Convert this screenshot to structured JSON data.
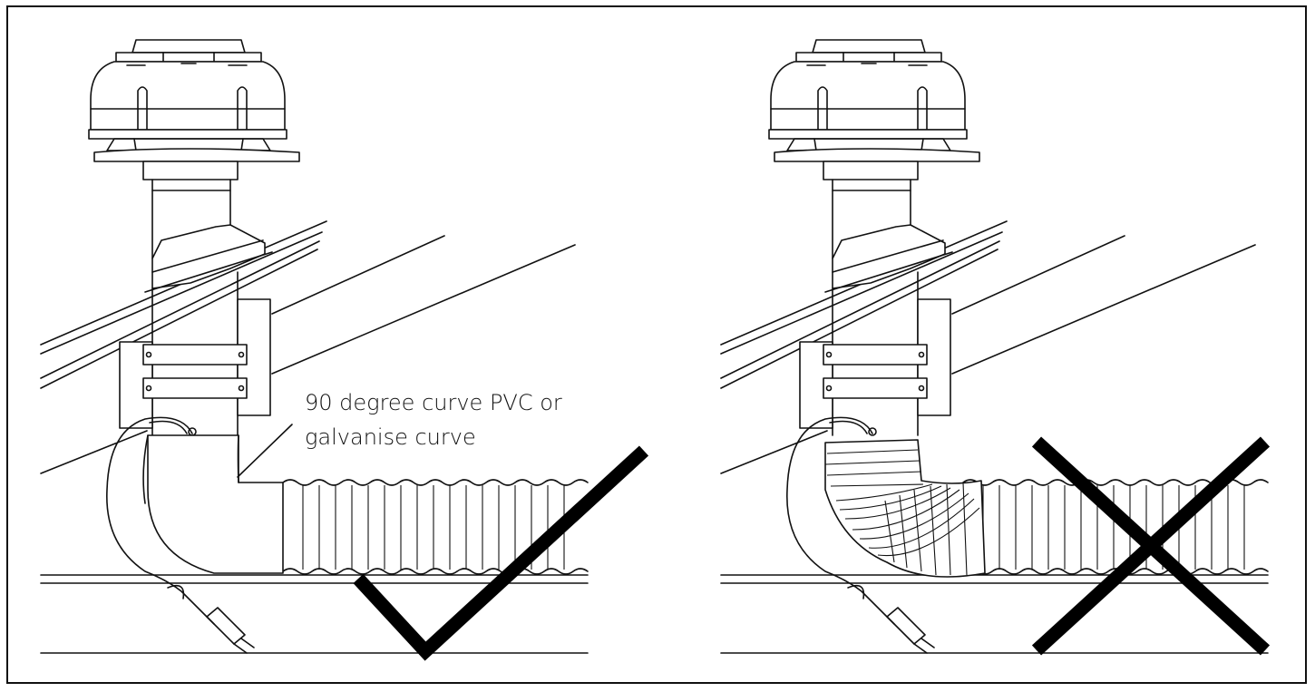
{
  "annotation": {
    "line1": "90 degree curve PVC or",
    "line2": "galvanise curve"
  },
  "panels": {
    "left": {
      "verdict": "correct",
      "verdict_icon": "checkmark-icon"
    },
    "right": {
      "verdict": "incorrect",
      "verdict_icon": "cross-icon"
    }
  },
  "colors": {
    "line": "#111111",
    "mark": "#000000",
    "background": "#ffffff"
  }
}
